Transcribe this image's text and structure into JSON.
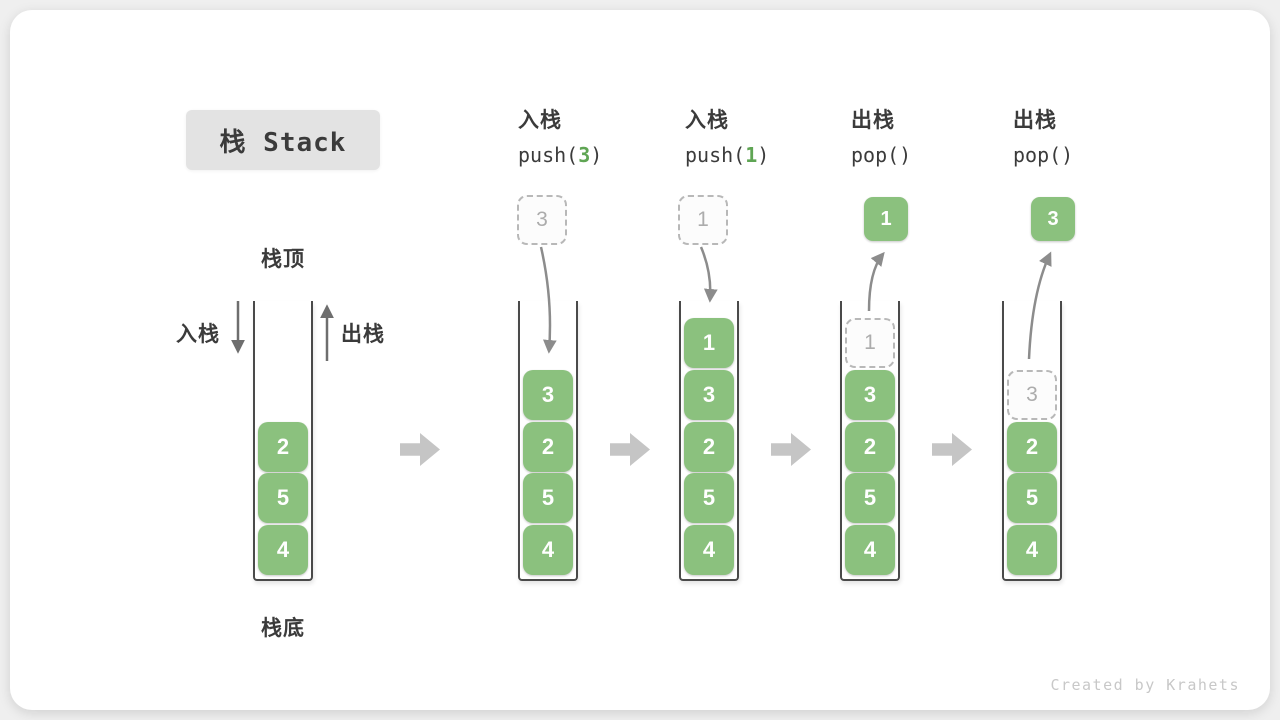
{
  "title": "栈 Stack",
  "watermark": "Created by Krahets",
  "legend": {
    "top_label": "栈顶",
    "bottom_label": "栈底",
    "push_label": "入栈",
    "pop_label": "出栈"
  },
  "steps": [
    {
      "name_cn": "入栈",
      "code_pre": "push(",
      "code_arg": "3",
      "code_post": ")",
      "float_value": "3",
      "float_style": "dashed"
    },
    {
      "name_cn": "入栈",
      "code_pre": "push(",
      "code_arg": "1",
      "code_post": ")",
      "float_value": "1",
      "float_style": "dashed"
    },
    {
      "name_cn": "出栈",
      "code_pre": "pop(",
      "code_arg": "",
      "code_post": ")",
      "float_value": "1",
      "float_style": "solid"
    },
    {
      "name_cn": "出栈",
      "code_pre": "pop(",
      "code_arg": "",
      "code_post": ")",
      "float_value": "3",
      "float_style": "solid"
    }
  ],
  "stacks": [
    {
      "cells": [
        "2",
        "5",
        "4"
      ]
    },
    {
      "cells": [
        "3",
        "2",
        "5",
        "4"
      ]
    },
    {
      "cells": [
        "1",
        "3",
        "2",
        "5",
        "4"
      ]
    },
    {
      "ghost": "1",
      "cells": [
        "3",
        "2",
        "5",
        "4"
      ]
    },
    {
      "ghost": "3",
      "cells": [
        "2",
        "5",
        "4"
      ]
    }
  ],
  "colors": {
    "cell_green": "#8BC17E",
    "code_green": "#5FA554",
    "container_border": "#4A4A4A",
    "dashed_border": "#B8B8B8",
    "block_arrow_gray": "#C5C5C5",
    "flow_arrow_gray": "#8C8C8C",
    "text_dark": "#3B3B3B",
    "title_bg": "#E3E3E3",
    "watermark_gray": "#C8C8C8"
  }
}
